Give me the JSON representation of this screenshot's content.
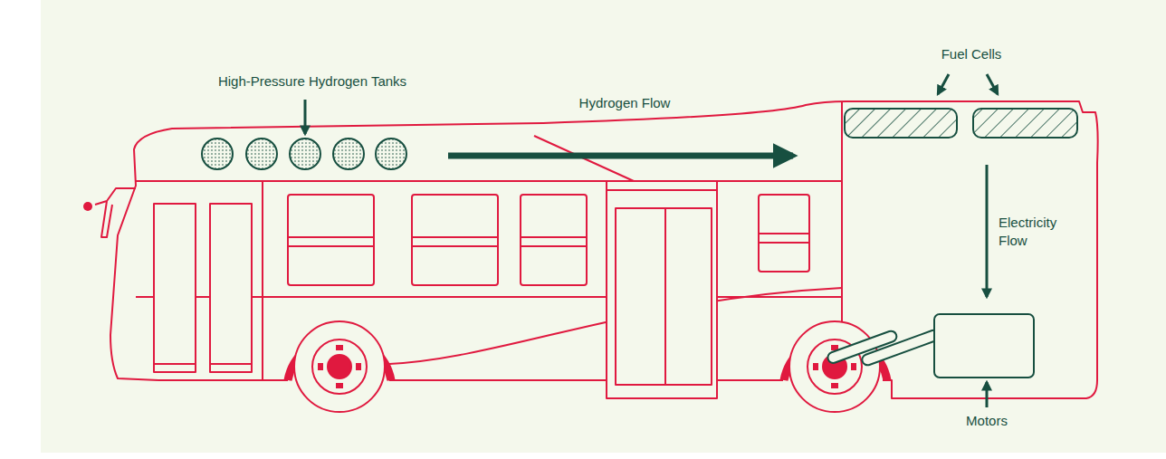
{
  "diagram": {
    "labels": [
      "High-Pressure Hydrogen Tanks",
      "Hydrogen Flow",
      "Fuel Cells",
      "Electricity Flow",
      "Motors"
    ]
  }
}
